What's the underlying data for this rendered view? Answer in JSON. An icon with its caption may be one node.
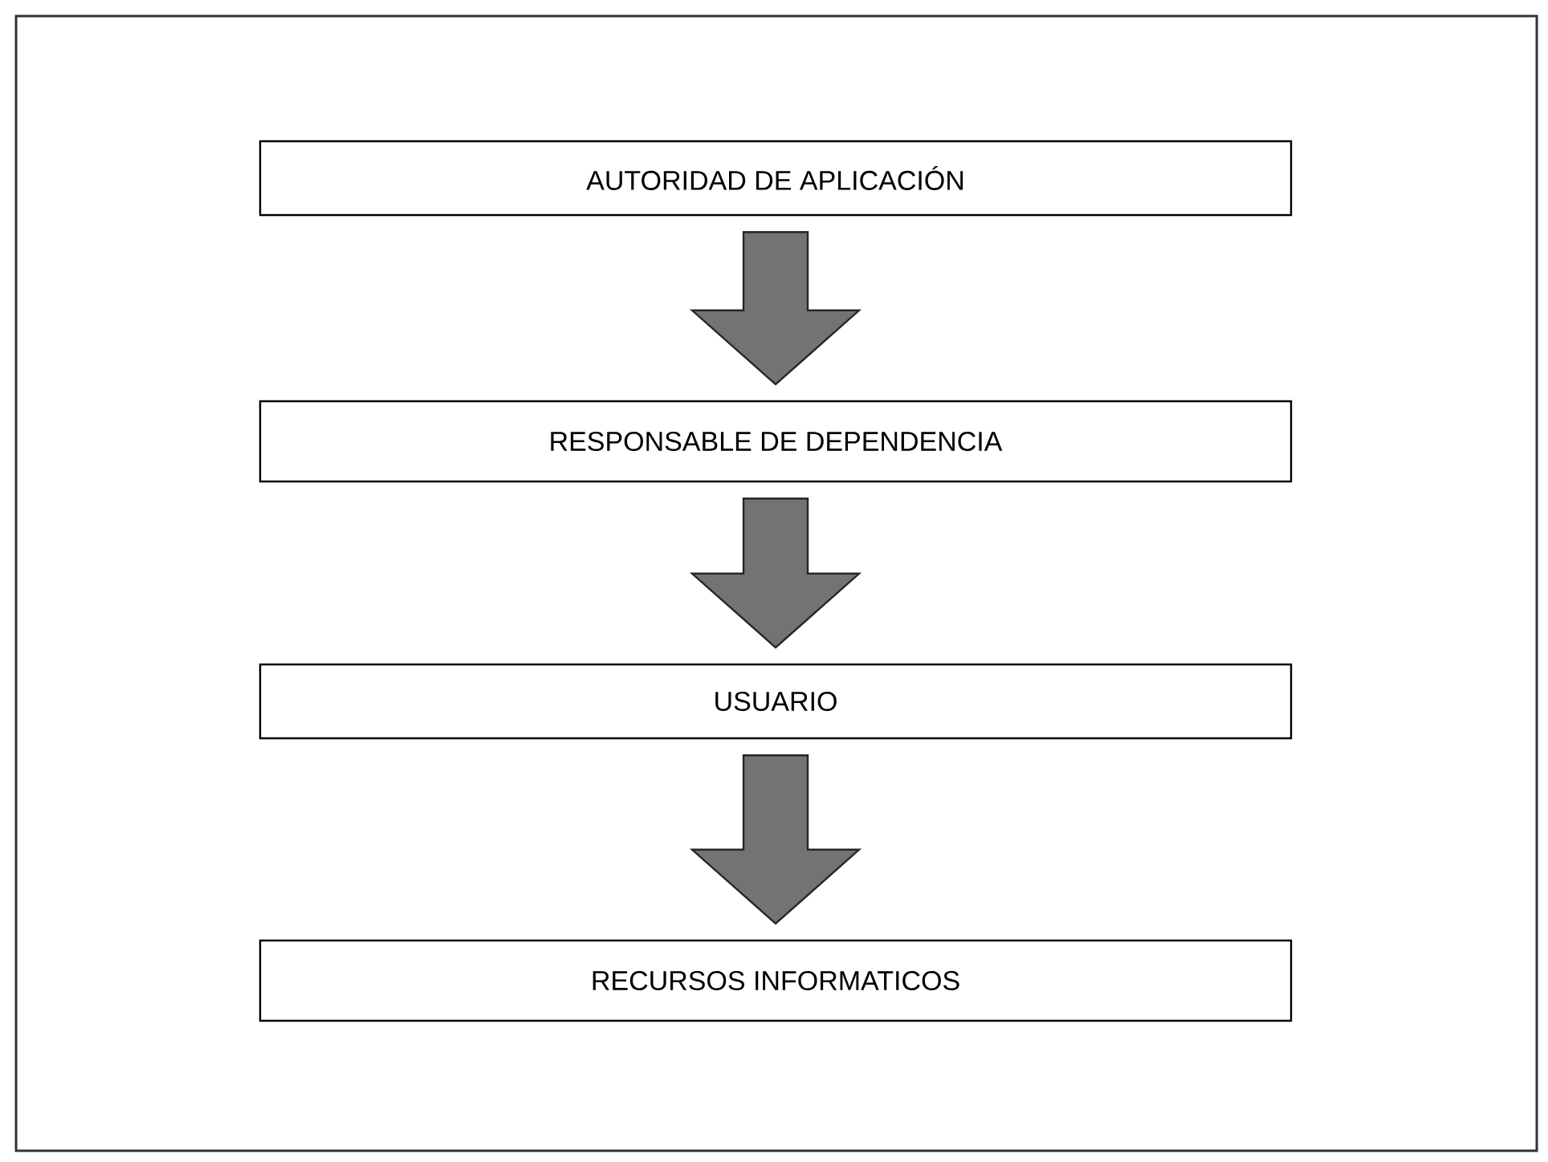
{
  "diagram": {
    "nodes": [
      {
        "text": [
          "AUTORIDAD DE APLICACIÓN"
        ]
      },
      {
        "text": [
          "RESPONSABLE DE DEPENDENCIA"
        ]
      },
      {
        "text": [
          "USUARIO"
        ]
      },
      {
        "text": [
          "RECURSOS INFORMATICOS"
        ]
      }
    ],
    "edges": [
      {
        "from": 0,
        "to": 1,
        "arrow": "to"
      },
      {
        "from": 1,
        "to": 2,
        "arrow": "to"
      },
      {
        "from": 2,
        "to": 3,
        "arrow": "to"
      }
    ]
  }
}
